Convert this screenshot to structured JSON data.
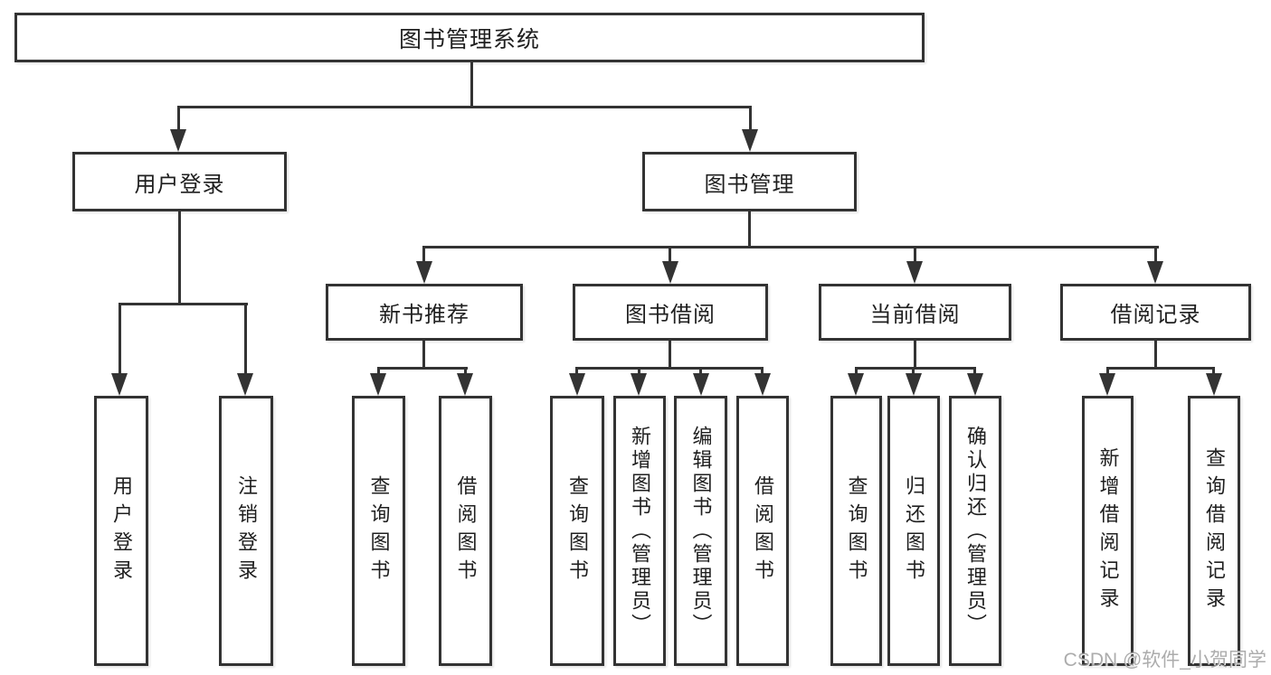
{
  "diagram": {
    "root": {
      "label": "图书管理系统"
    },
    "level2": [
      {
        "label": "用户登录"
      },
      {
        "label": "图书管理"
      }
    ],
    "level3": [
      {
        "label": "新书推荐"
      },
      {
        "label": "图书借阅"
      },
      {
        "label": "当前借阅"
      },
      {
        "label": "借阅记录"
      }
    ],
    "level4": [
      {
        "label": "用户登录"
      },
      {
        "label": "注销登录"
      },
      {
        "label": "查询图书"
      },
      {
        "label": "借阅图书"
      },
      {
        "label": "查询图书"
      },
      {
        "label": "新增图书（管理员）"
      },
      {
        "label": "编辑图书（管理员）"
      },
      {
        "label": "借阅图书"
      },
      {
        "label": "查询图书"
      },
      {
        "label": "归还图书"
      },
      {
        "label": "确认归还（管理员）"
      },
      {
        "label": "新增借阅记录"
      },
      {
        "label": "查询借阅记录"
      }
    ],
    "watermark": "CSDN @软件_小贺同学",
    "colors": {
      "line": "#333333",
      "text": "#1f1f1f",
      "background": "#ffffff",
      "watermark": "#9e9e9e"
    }
  }
}
